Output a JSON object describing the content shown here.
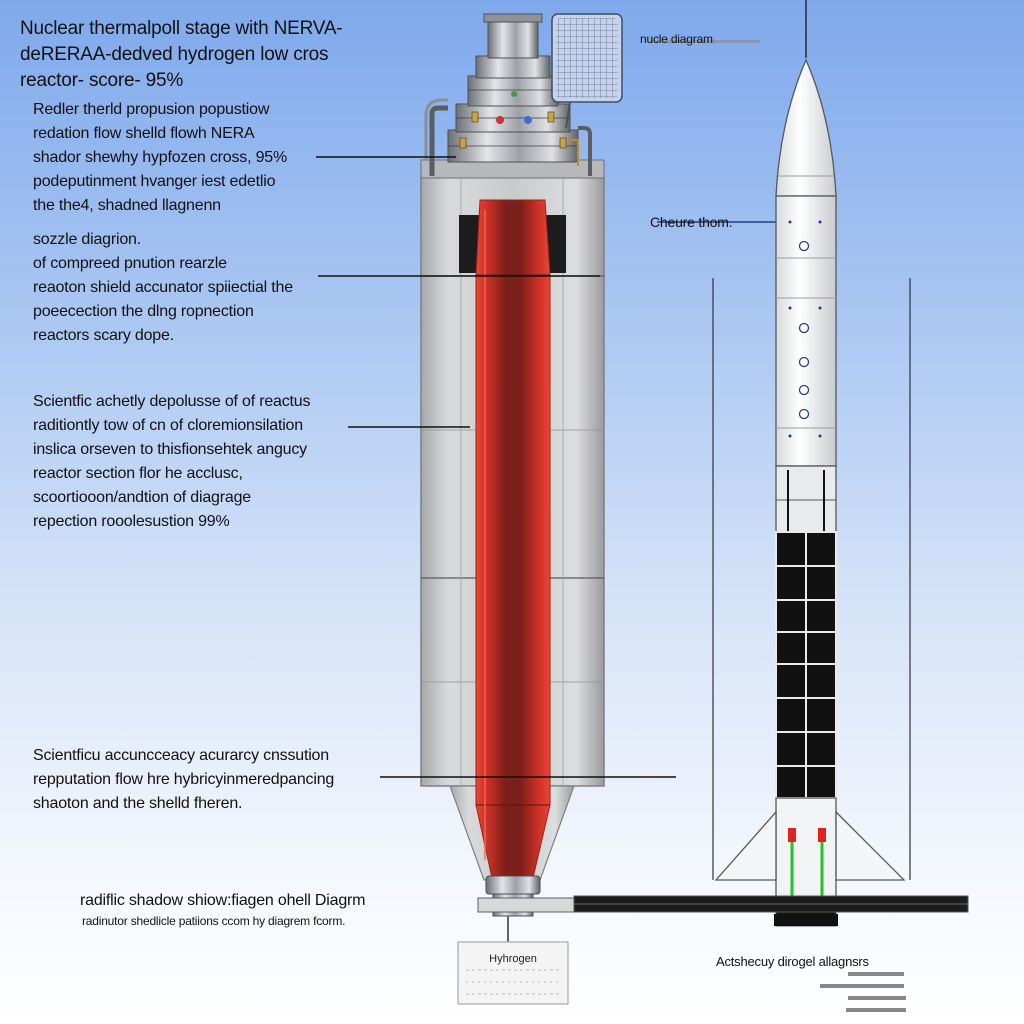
{
  "title_lines": [
    "Nuclear thermalpoll stage  with NERVA-",
    "deRERAA-dedved hydrogen low  cros",
    "reactor- score- 95%"
  ],
  "block1_lines": [
    "Redler therld propusion popustiow",
    "redation  flow  shelld flowh  NERA",
    "shador shewhy hypfozen cross, 95%",
    "podeputinment hvanger iest edetlio",
    "the the4, shadned llagnenn"
  ],
  "block2_lines": [
    "sozzle diagrion.",
    "of compreed pnution rearzle",
    "reaoton shield accunator spiiectial the",
    "poeecection the dlng ropnection",
    "reactors scary dope."
  ],
  "block3_lines": [
    "Scientfic achetly depolusse of of reactus",
    "raditiontly tow of cn of cloremionsilation",
    "inslica orseven to thisfionsehtek angucy",
    "reactor section flor he acclusc,",
    "scoortiooon/andtion  of diagrage",
    "repection rooolesustion 99%"
  ],
  "block4_lines": [
    "Scientficu accuncceacy acurarcy cnssution",
    "repputation flow hre hybricyinmeredpancing",
    "shaoton and the  shelld fheren."
  ],
  "footer_line1": "radiflic shadow shiow:fiagen ohell Diagrm",
  "footer_line2": "radinutor shedlicle patiions ccom hy diagrem fcorm.",
  "hydrogen_label": "Hyhrogen",
  "top_right_label": "nucle diagram",
  "chare_label": "Cheure thom.",
  "bottom_right_label": "Actshecuy dirogel allagnsrs",
  "colors": {
    "reactor_red": "#d9372b",
    "core_dark": "#7a1c17",
    "shield_gray": "#c8c9cb",
    "rocket_white": "#f5f6f7",
    "rocket_black": "#101010",
    "accent_green": "#27c22b"
  }
}
